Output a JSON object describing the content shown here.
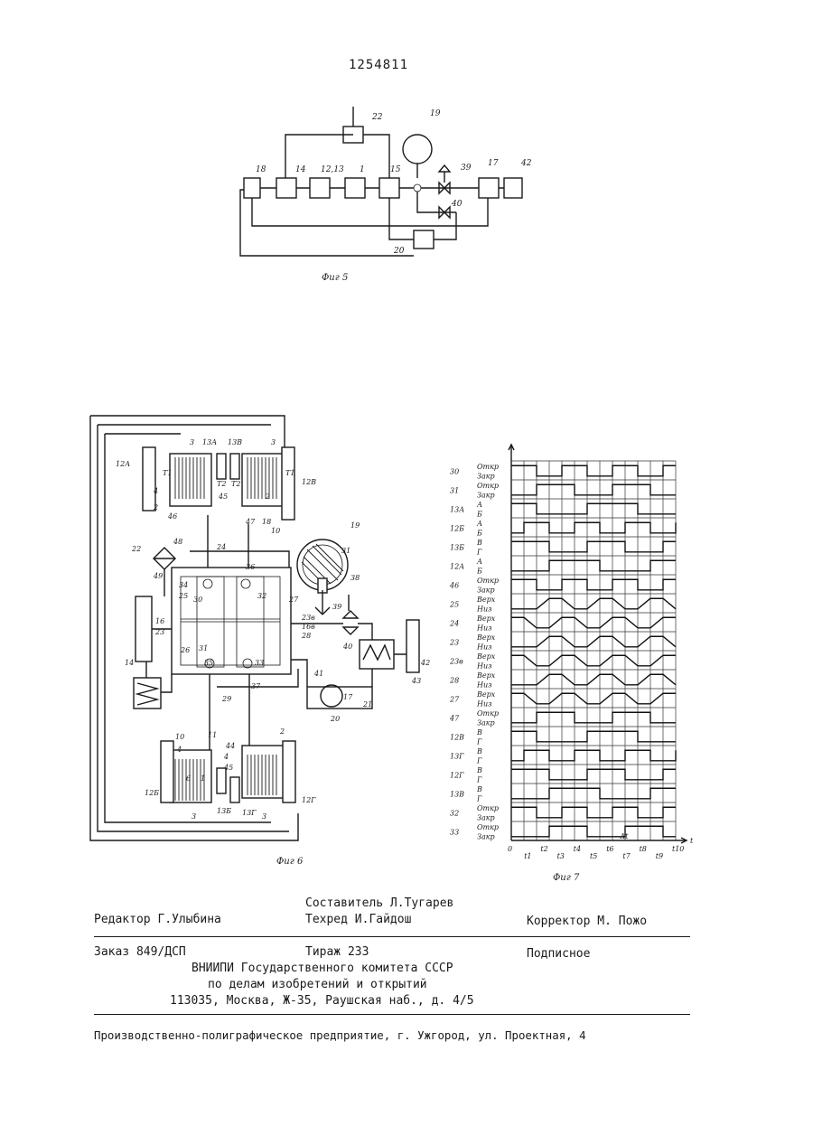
{
  "patent_number": "1254811",
  "fig5": {
    "caption": "Фиг 5",
    "block_labels": [
      "18",
      "14",
      "12,13",
      "1",
      "15",
      "17",
      "42",
      "20",
      "22"
    ],
    "element_labels": [
      "19",
      "39",
      "40"
    ]
  },
  "fig6": {
    "caption": "Фиг 6",
    "labels": [
      "3",
      "13А",
      "13В",
      "3",
      "12А",
      "12В",
      "4",
      "2",
      "46",
      "45",
      "47",
      "2",
      "10",
      "18",
      "Т1",
      "Т2",
      "Т2",
      "Т1",
      "22",
      "48",
      "49",
      "24",
      "34",
      "25",
      "30",
      "36",
      "32",
      "27",
      "19",
      "31",
      "38",
      "14",
      "16",
      "23",
      "23в",
      "16в",
      "28",
      "39",
      "40",
      "26",
      "31",
      "35",
      "33",
      "41",
      "17",
      "21",
      "42",
      "43",
      "20",
      "37",
      "29",
      "11",
      "10",
      "4",
      "44",
      "4",
      "2",
      "45",
      "12Б",
      "13Б",
      "13Г",
      "12Г",
      "3",
      "3",
      "1",
      "6"
    ]
  },
  "fig7": {
    "caption": "Фиг 7",
    "rows": [
      {
        "num": "30",
        "states": [
          "Откр",
          "Закр"
        ]
      },
      {
        "num": "31",
        "states": [
          "Откр",
          "Закр"
        ]
      },
      {
        "num": "13А",
        "states": [
          "А",
          "Б"
        ]
      },
      {
        "num": "12Б",
        "states": [
          "А",
          "Б"
        ]
      },
      {
        "num": "13Б",
        "states": [
          "В",
          "Г"
        ]
      },
      {
        "num": "12А",
        "states": [
          "А",
          "Б"
        ]
      },
      {
        "num": "46",
        "states": [
          "Откр",
          "Закр"
        ]
      },
      {
        "num": "25",
        "states": [
          "Верх",
          "Низ"
        ]
      },
      {
        "num": "24",
        "states": [
          "Верх",
          "Низ"
        ]
      },
      {
        "num": "23",
        "states": [
          "Верх",
          "Низ"
        ]
      },
      {
        "num": "23в",
        "states": [
          "Верх",
          "Низ"
        ]
      },
      {
        "num": "28",
        "states": [
          "Верх",
          "Низ"
        ]
      },
      {
        "num": "27",
        "states": [
          "Верх",
          "Низ"
        ]
      },
      {
        "num": "47",
        "states": [
          "Откр",
          "Закр"
        ]
      },
      {
        "num": "12В",
        "states": [
          "В",
          "Г"
        ]
      },
      {
        "num": "13Г",
        "states": [
          "В",
          "Г"
        ]
      },
      {
        "num": "12Г",
        "states": [
          "В",
          "Г"
        ]
      },
      {
        "num": "13В",
        "states": [
          "В",
          "Г"
        ]
      },
      {
        "num": "32",
        "states": [
          "Откр",
          "Закр"
        ]
      },
      {
        "num": "33",
        "states": [
          "Откр",
          "Закр"
        ]
      }
    ],
    "axis_labels": [
      "0",
      "t1",
      "t2",
      "t3",
      "t4",
      "t5",
      "t6",
      "t7",
      "t8",
      "t9",
      "t10"
    ],
    "axis_symbol": "t",
    "marker_label": "Δt"
  },
  "imprint": {
    "compiler": "Составитель Л.Тугарев",
    "editor": "Редактор Г.Улыбина",
    "techred": "Техред И.Гайдош",
    "corrector": "Корректор М. Пожо",
    "order": "Заказ 849/ДСП",
    "circulation": "Тираж 233",
    "subscription": "Подписное",
    "org_line1": "ВНИИПИ Государственного комитета СССР",
    "org_line2": "по делам изобретений и открытий",
    "org_address": "113035, Москва, Ж-35, Раушская наб., д. 4/5",
    "printer": "Производственно-полиграфическое предприятие, г. Ужгород, ул. Проектная, 4"
  }
}
